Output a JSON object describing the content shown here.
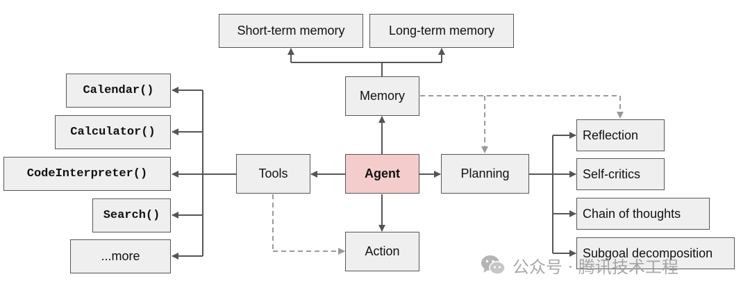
{
  "nodes": {
    "short_term_memory": "Short-term memory",
    "long_term_memory": "Long-term memory",
    "memory": "Memory",
    "agent": "Agent",
    "tools": "Tools",
    "planning": "Planning",
    "action": "Action",
    "calendar": "Calendar()",
    "calculator": "Calculator()",
    "code_interpreter": "CodeInterpreter()",
    "search": "Search()",
    "more": "...more",
    "reflection": "Reflection",
    "self_critics": "Self-critics",
    "chain_of_thoughts": "Chain of thoughts",
    "subgoal_decomposition": "Subgoal decomposition"
  },
  "watermark": {
    "text": "公众号 · 腾讯技术工程",
    "icon": "wechat-icon"
  },
  "colors": {
    "box_fill": "#efefef",
    "agent_fill": "#f4cccc",
    "border": "#555555",
    "solid_arrow": "#555555",
    "dashed_arrow": "#999999"
  }
}
